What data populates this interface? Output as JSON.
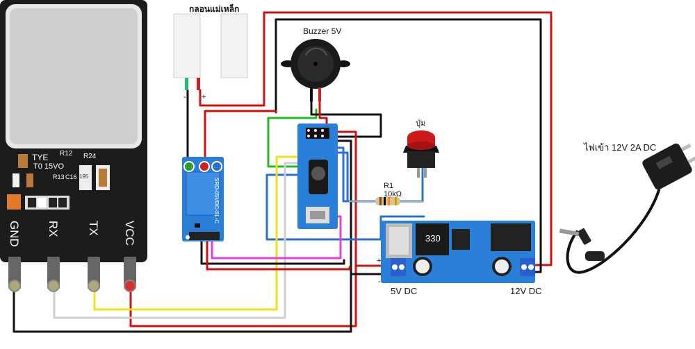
{
  "labels": {
    "magnetic_switch": "กลอนแม่เหล็ก",
    "buzzer": "Buzzer 5V",
    "button": "ปุ่ม",
    "power_input": "ไฟเข้า 12V 2A DC",
    "resistor_name": "R1",
    "resistor_value": "10kΩ",
    "out_5v": "5V DC",
    "in_12v": "12V DC",
    "plus": "+",
    "minus": "-",
    "sw_minus": "-",
    "sw_plus": "+"
  },
  "sensor": {
    "pins": [
      "GND",
      "RX",
      "TX",
      "VCC"
    ],
    "text_tye": "TYE",
    "text_t0": "T0 15VO",
    "text_r12": "R12",
    "text_r24": "R24",
    "text_r13": "R13",
    "text_c16": "C16",
    "text_195": "195"
  },
  "relay": {
    "text": "SRD-05VDC-SL-C"
  },
  "buck": {
    "inductor": "330"
  },
  "colors": {
    "red_wire": "#cc1111",
    "black_wire": "#111111",
    "green_wire": "#22bb22",
    "blue_wire": "#2a6fd6",
    "yellow_wire": "#f2e01a",
    "magenta_wire": "#e040e0",
    "white_wire": "#cfcfcf",
    "pcb_blue": "#2a7fd8",
    "sensor_body": "#1c1c1c"
  }
}
